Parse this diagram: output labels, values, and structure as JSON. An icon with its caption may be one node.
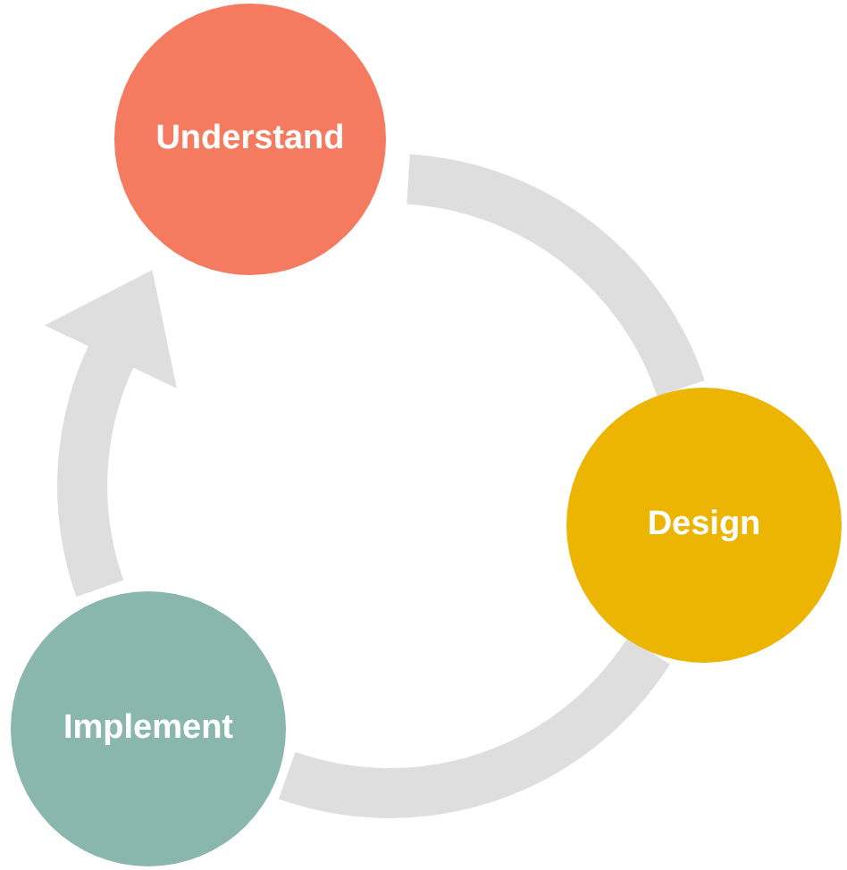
{
  "diagram": {
    "nodes": [
      {
        "text": [
          "Understand"
        ]
      },
      {
        "text": [
          "Design"
        ]
      },
      {
        "text": [
          "Implement"
        ]
      }
    ],
    "edges": [
      {
        "from": 0,
        "to": 1,
        "arrow": "none"
      },
      {
        "from": 1,
        "to": 2,
        "arrow": "none"
      },
      {
        "from": 2,
        "to": 0,
        "arrow": "to"
      }
    ]
  }
}
